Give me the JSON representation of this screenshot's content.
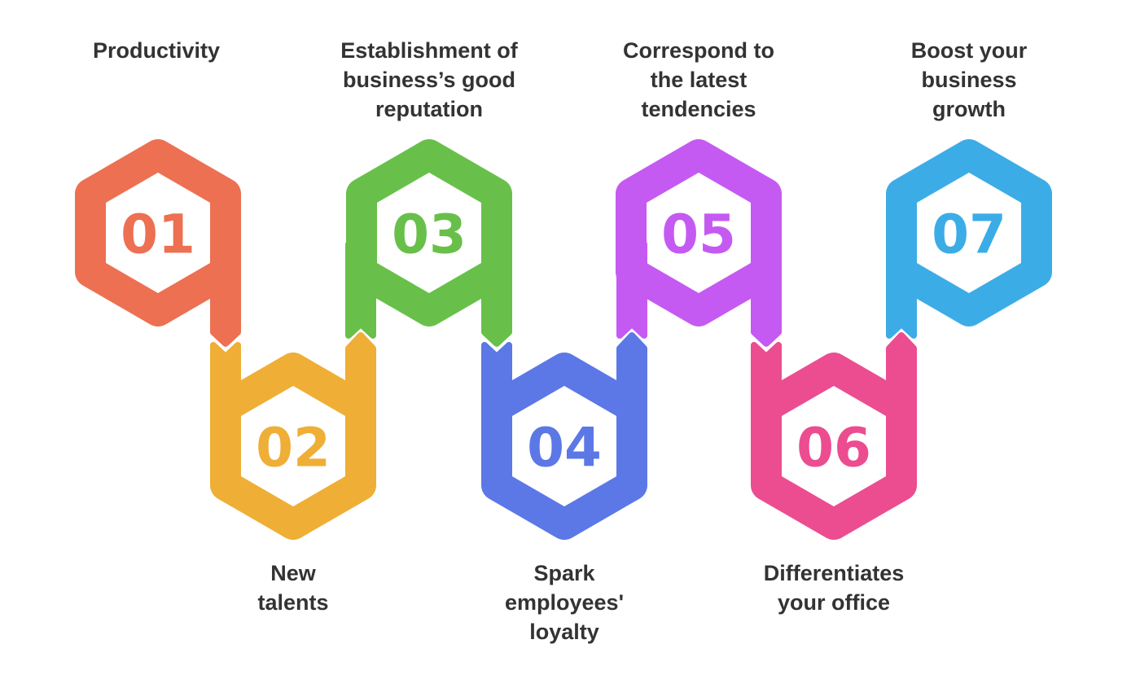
{
  "colors": {
    "text": "#333333",
    "bg": "#FFFFFF"
  },
  "steps": [
    {
      "number": "01",
      "label": "Productivity",
      "color": "#ED7052"
    },
    {
      "number": "02",
      "label": "New\ntalents",
      "color": "#EFAE35"
    },
    {
      "number": "03",
      "label": "Establishment of\nbusiness’s good\nreputation",
      "color": "#68C04A"
    },
    {
      "number": "04",
      "label": "Spark\nemployees'\nloyalty",
      "color": "#5C78E6"
    },
    {
      "number": "05",
      "label": "Correspond to\nthe latest\ntendencies",
      "color": "#C55AF2"
    },
    {
      "number": "06",
      "label": "Differentiates\nyour office",
      "color": "#EB4D90"
    },
    {
      "number": "07",
      "label": "Boost your\nbusiness growth",
      "color": "#3CACE7"
    }
  ]
}
